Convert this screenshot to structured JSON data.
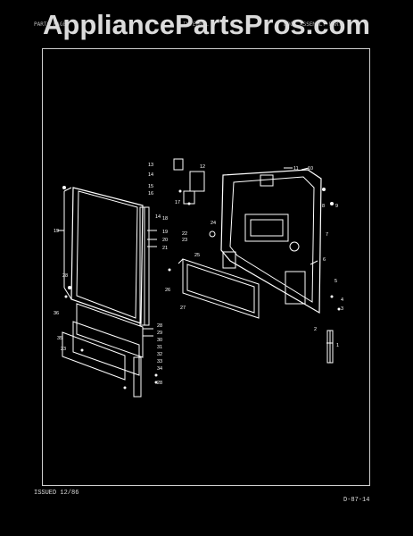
{
  "watermark": "AppliancePartsPros.com",
  "header": {
    "left": "PARTS PAGE",
    "center": "INTERNAL",
    "right": "DOOR ASSEMBLY PARTS"
  },
  "footer": {
    "issued": "ISSUED 12/86",
    "page_code": "D-87-14"
  },
  "callouts": [
    "1",
    "2",
    "3",
    "4",
    "5",
    "6",
    "7",
    "8",
    "9",
    "10",
    "11",
    "12",
    "13",
    "14",
    "14",
    "15",
    "16",
    "17",
    "18",
    "19",
    "20",
    "21",
    "22",
    "23",
    "23",
    "24",
    "25",
    "26",
    "27",
    "28",
    "28",
    "29",
    "30",
    "31",
    "32",
    "33",
    "34",
    "35",
    "36",
    "28"
  ]
}
